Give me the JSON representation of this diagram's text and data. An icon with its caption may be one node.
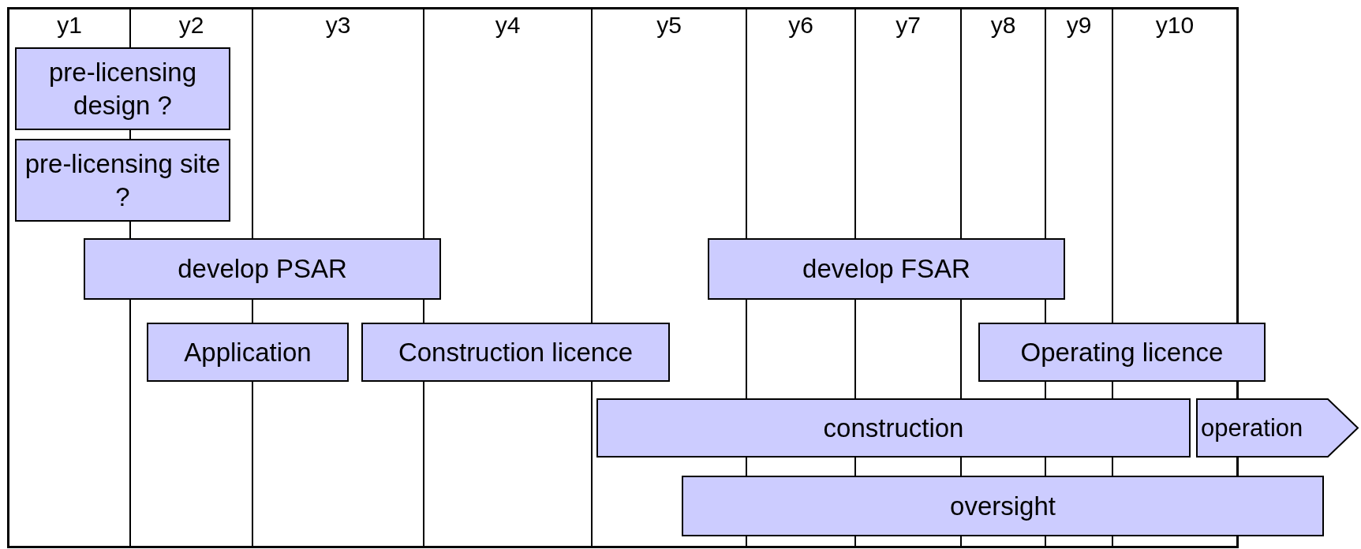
{
  "diagram": {
    "nodes": [
      {
        "text": [
          "pre-licensing design ?"
        ]
      },
      {
        "text": [
          "pre-licensing site ?"
        ]
      },
      {
        "text": [
          "develop PSAR"
        ]
      },
      {
        "text": [
          "develop FSAR"
        ]
      },
      {
        "text": [
          "Application"
        ]
      },
      {
        "text": [
          "Construction licence"
        ]
      },
      {
        "text": [
          "Operating licence"
        ]
      },
      {
        "text": [
          "construction"
        ]
      },
      {
        "text": [
          "operation"
        ]
      },
      {
        "text": [
          "oversight"
        ]
      }
    ],
    "labels": [
      "y1",
      "y2",
      "y3",
      "y4",
      "y5",
      "y6",
      "y7",
      "y8",
      "y9",
      "y10"
    ]
  }
}
